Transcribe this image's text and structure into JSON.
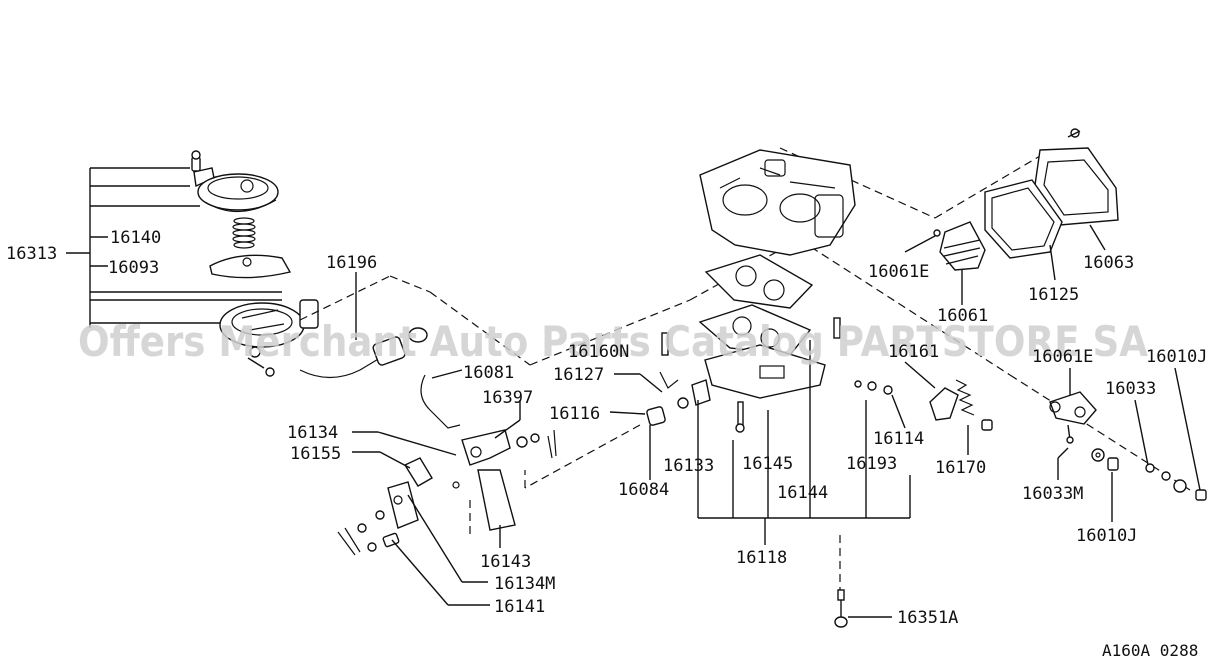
{
  "labels": {
    "l16313": "16313",
    "l16140": "16140",
    "l16093": "16093",
    "l16196": "16196",
    "l16081": "16081",
    "l16397": "16397",
    "l16134": "16134",
    "l16155": "16155",
    "l16143": "16143",
    "l16134M": "16134M",
    "l16141": "16141",
    "l16127": "16127",
    "l16116": "16116",
    "l16084": "16084",
    "l16133": "16133",
    "l16145": "16145",
    "l16144": "16144",
    "l16193": "16193",
    "l16114": "16114",
    "l16170": "16170",
    "l16118": "16118",
    "l16351A": "16351A",
    "l16061E_top": "16061E",
    "l16061": "16061",
    "l16125": "16125",
    "l16063": "16063",
    "l16061E_right": "16061E",
    "l16010J_top": "16010J",
    "l16033": "16033",
    "l16033M": "16033M",
    "l16010J_bottom": "16010J",
    "l16160N": "16160N",
    "l16161": "16161"
  },
  "watermark": "Offers Merchant Auto Parts Catalog PARTSTORE SA",
  "diagram_code": "A160A 0288"
}
